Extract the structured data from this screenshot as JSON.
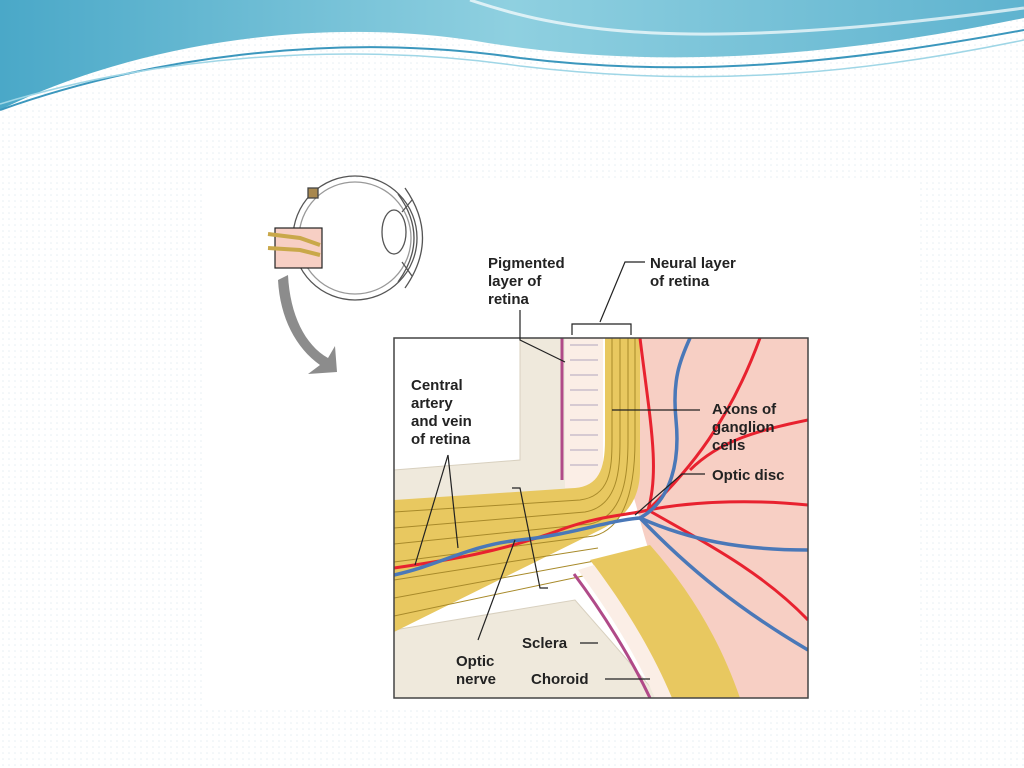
{
  "diagram": {
    "labels": {
      "pigmented": [
        "Pigmented",
        "layer of",
        "retina"
      ],
      "neural": [
        "Neural layer",
        "of retina"
      ],
      "central": [
        "Central",
        "artery",
        "and vein",
        "of retina"
      ],
      "axons": [
        "Axons of",
        "ganglion",
        "cells"
      ],
      "optic_disc": "Optic disc",
      "sclera": "Sclera",
      "optic_nerve": [
        "Optic",
        "nerve"
      ],
      "choroid": "Choroid"
    },
    "colors": {
      "slide_banner": "#5fb3cf",
      "nerve_fiber": "#e8c860",
      "retina_tissue": "#f7cfc4",
      "artery": "#e8222f",
      "vein": "#4a78b8",
      "choroid": "#b04a88",
      "sclera": "#efe9dc"
    }
  }
}
